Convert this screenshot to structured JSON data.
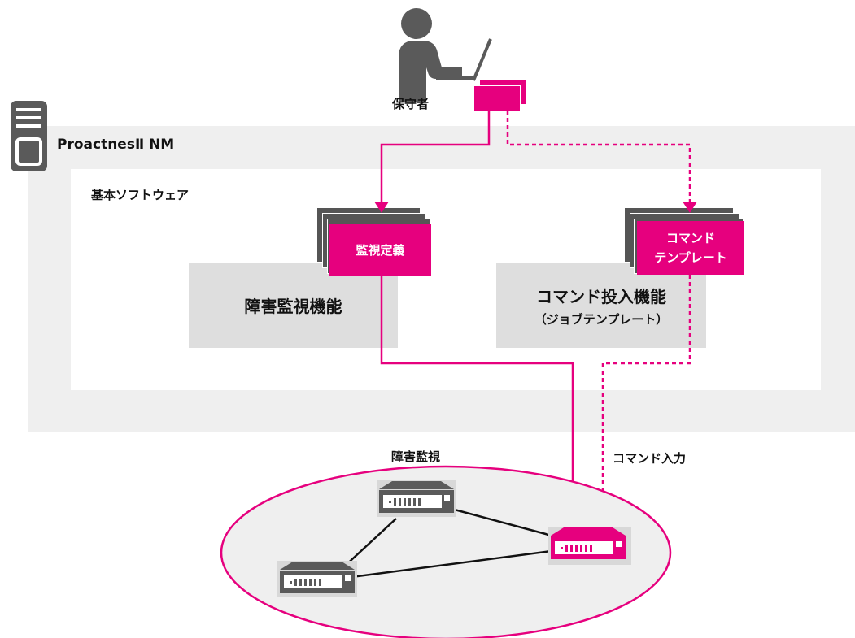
{
  "operator": {
    "label": "保守者"
  },
  "product": {
    "name": "ProactnesⅡ NM"
  },
  "base_software": {
    "label": "基本ソフトウェア"
  },
  "monitor_def": {
    "label": "監視定義"
  },
  "command_template": {
    "line1": "コマンド",
    "line2": "テンプレート"
  },
  "fault_monitor_function": {
    "label": "障害監視機能"
  },
  "command_input_function": {
    "title": "コマンド投入機能",
    "subtitle": "（ジョブテンプレート）"
  },
  "network": {
    "label": "障害監視",
    "command_label": "コマンド入力"
  },
  "colors": {
    "accent": "#e6007e",
    "panel": "#efefef",
    "function_box": "#dedede",
    "dark_gray": "#5a5a5a"
  }
}
